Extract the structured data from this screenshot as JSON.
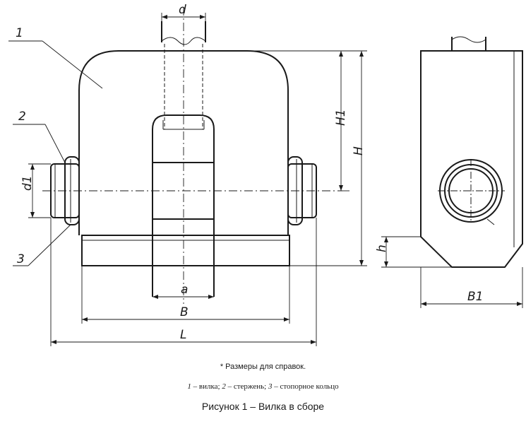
{
  "labels": {
    "d": "d",
    "d1": "d1",
    "h1": "H1",
    "h": "H",
    "hs": "h",
    "a": "a",
    "b": "B",
    "l": "L",
    "b1": "B1",
    "part1": "1",
    "part2": "2",
    "part3": "3"
  },
  "caption": {
    "note": "* Размеры для справок.",
    "parts": [
      {
        "num": "1",
        "text": " – вилка; "
      },
      {
        "num": "2",
        "text": " – стержень; "
      },
      {
        "num": "3",
        "text": " – стопорное кольцо"
      }
    ],
    "title": "Рисунок 1 – Вилка в сборе"
  }
}
